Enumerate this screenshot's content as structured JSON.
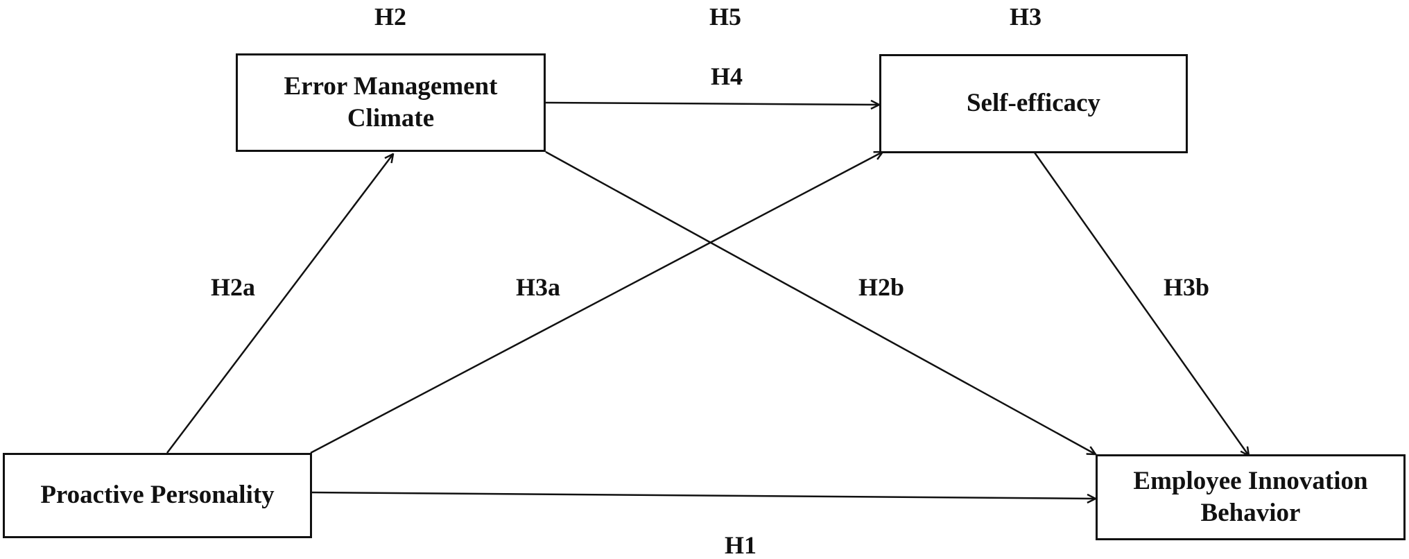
{
  "nodes": {
    "error_management_climate": {
      "lines": [
        "Error Management",
        "Climate"
      ]
    },
    "self_efficacy": {
      "lines": [
        "Self-efficacy"
      ]
    },
    "proactive_personality": {
      "lines": [
        "Proactive Personality"
      ]
    },
    "employee_innovation_behavior": {
      "lines": [
        "Employee Innovation",
        "Behavior"
      ]
    }
  },
  "hypotheses": {
    "h1": "H1",
    "h2": "H2",
    "h2a": "H2a",
    "h2b": "H2b",
    "h3": "H3",
    "h3a": "H3a",
    "h3b": "H3b",
    "h4": "H4",
    "h5": "H5"
  },
  "colors": {
    "line": "#111111",
    "background": "#ffffff"
  }
}
